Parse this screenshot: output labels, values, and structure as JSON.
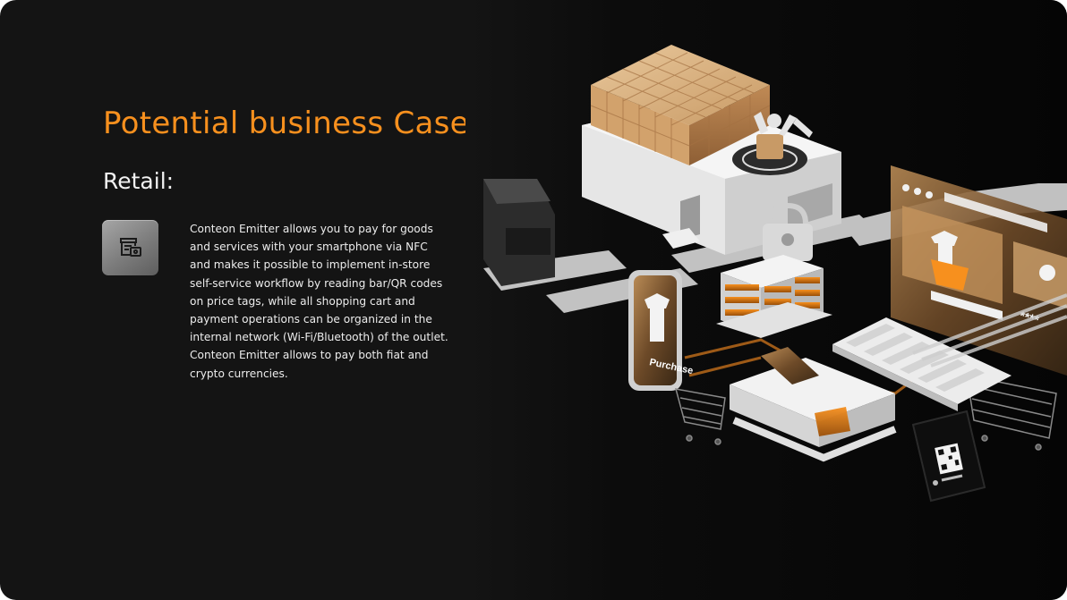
{
  "slide": {
    "title": "Potential business Cases",
    "subtitle": "Retail:",
    "description": "Conteon Emitter allows you to pay for goods and services with your smartphone via NFC and makes it possible to implement in-store self-service workflow by reading bar/QR codes on price tags, while all shopping cart and payment operations can be organized in the internal network (Wi-Fi/Bluetooth) of the outlet. Conteon Emitter allows to pay both fiat and crypto currencies.",
    "icon": "store-payment-icon"
  },
  "illustration": {
    "phone_label": "Purchase",
    "password_mask": "****"
  },
  "colors": {
    "background": "#141414",
    "accent": "#F7901E",
    "text": "#ececec"
  }
}
